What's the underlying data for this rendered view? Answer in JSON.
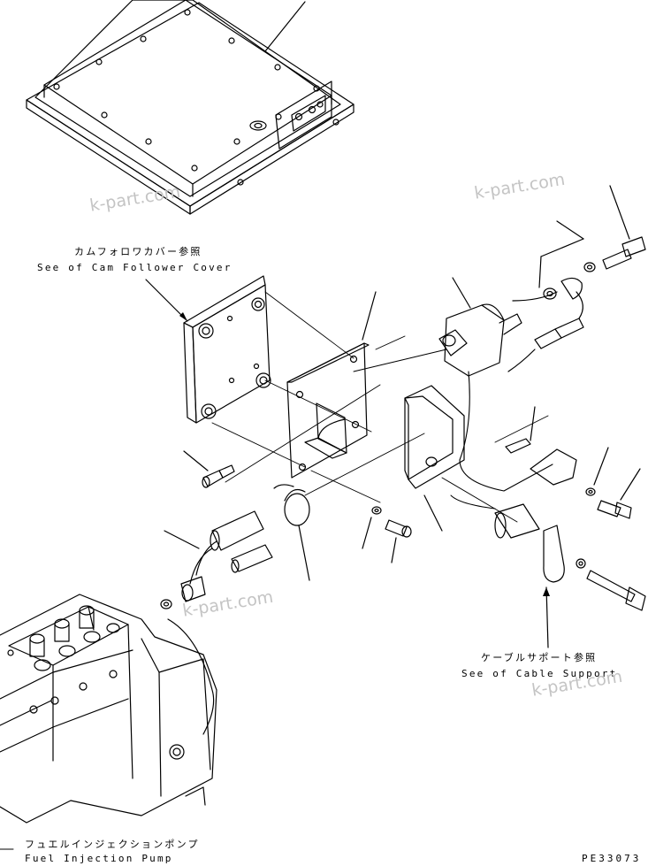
{
  "callouts": {
    "cam_follower_cover": {
      "jp": "カムフォロワカバー参照",
      "en": "See of Cam Follower Cover"
    },
    "cable_support": {
      "jp": "ケーブルサポート参照",
      "en": "See of Cable Support"
    },
    "fuel_injection_pump": {
      "jp": "フュエルインジェクションポンプ",
      "en": "Fuel Injection Pump"
    }
  },
  "drawing_code": "PE33073",
  "watermarks": [
    "k-part.com",
    "k-part.com",
    "k-part.com",
    "k-part.com"
  ],
  "colors": {
    "line": "#000000",
    "background": "#ffffff",
    "watermark": "#c4c4c4"
  }
}
